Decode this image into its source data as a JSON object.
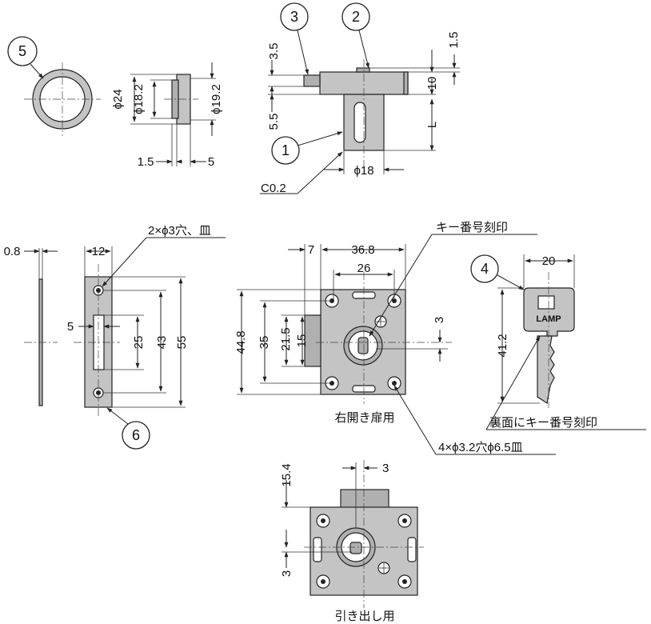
{
  "balloons": [
    "1",
    "2",
    "3",
    "4",
    "5",
    "6"
  ],
  "dims": {
    "top_3_5": "3.5",
    "top_1_5": "1.5",
    "top_10": "10",
    "top_5_5": "5.5",
    "top_L": "L",
    "top_phi18": "ϕ18",
    "top_c02": "C0.2",
    "ring_phi24": "ϕ24",
    "ring_phi18_2": "ϕ18.2",
    "ring_phi19_2": "ϕ19.2",
    "ring_1_5": "1.5",
    "ring_5": "5",
    "plate_0_8": "0.8",
    "plate_12": "12",
    "plate_5": "5",
    "plate_25": "25",
    "plate_43": "43",
    "plate_55": "55",
    "plate_holes": "2×ϕ3穴、皿",
    "front_7": "7",
    "front_36_8": "36.8",
    "front_26": "26",
    "front_44_8": "44.8",
    "front_35": "35",
    "front_21_5": "21.5",
    "front_15": "15",
    "front_3": "3",
    "front_holes": "4×ϕ3.2穴ϕ6.5皿",
    "key_20": "20",
    "key_41_2": "41.2",
    "drawer_15_4": "15.4",
    "drawer_3_top": "3",
    "drawer_3_left": "3"
  },
  "labels": {
    "key_number_engraving": "キー番号刻印",
    "right_door": "右開き扉用",
    "key_back_engraving": "裏面にキー番号刻印",
    "drawer": "引き出し用",
    "key_brand": "LAMP"
  }
}
